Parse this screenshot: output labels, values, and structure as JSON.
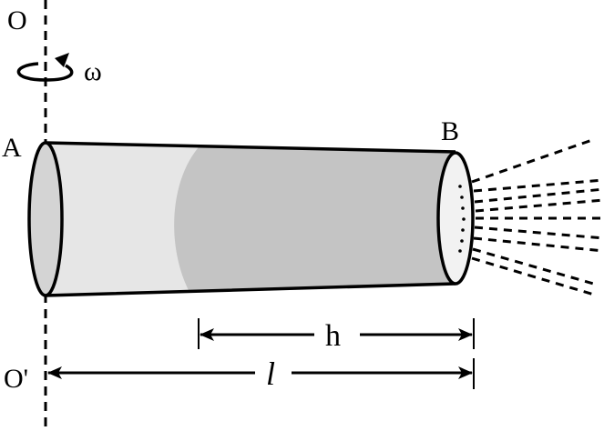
{
  "labels": {
    "axis_top": "O",
    "axis_bottom": "O'",
    "omega": "ω",
    "end_a": "A",
    "end_b": "B",
    "h": "h",
    "l": "l"
  },
  "colors": {
    "light_fill": "#e6e6e6",
    "dark_fill": "#c4c4c4",
    "end_face": "#f2f2f2",
    "stroke": "#000000"
  }
}
